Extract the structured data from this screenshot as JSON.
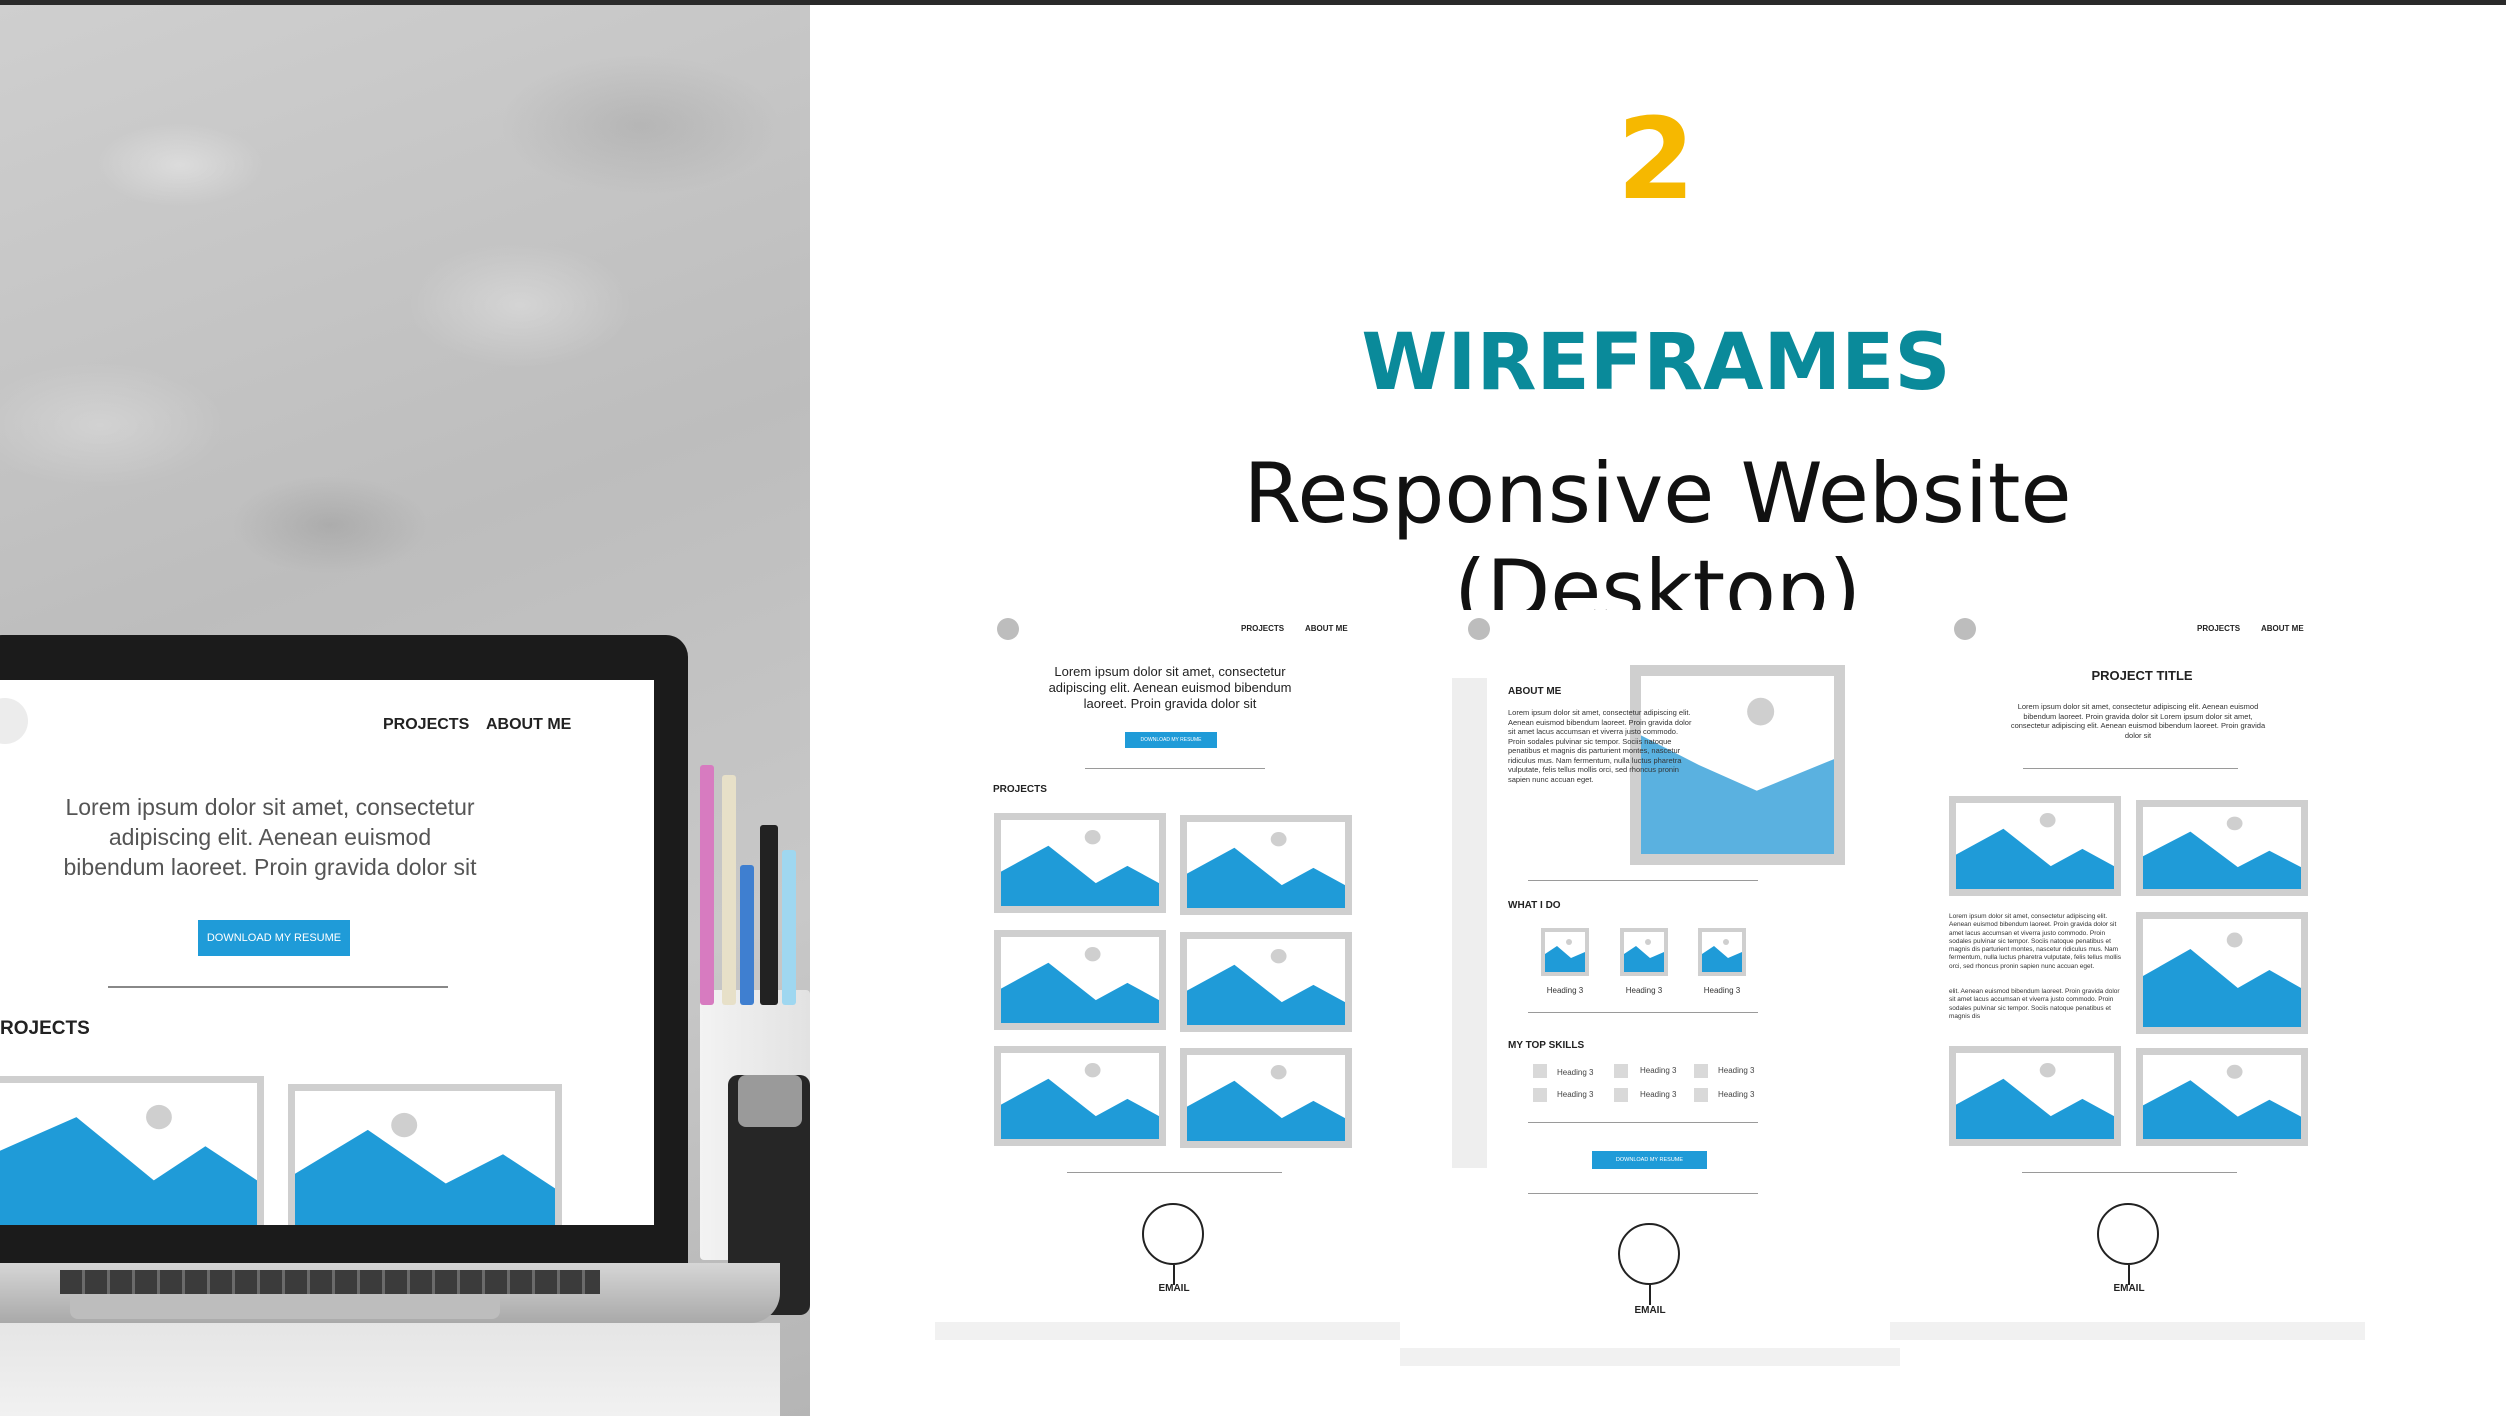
{
  "slide": {
    "number": "2",
    "title": "WIREFRAMES",
    "subtitle": "Responsive Website (Desktop)",
    "colors": {
      "number": "#f6b800",
      "title": "#0a8a9a",
      "accent": "#1f9bd8"
    }
  },
  "laptop_screen": {
    "nav": [
      "PROJECTS",
      "ABOUT ME"
    ],
    "hero_text": "Lorem ipsum dolor sit amet, consectetur adipiscing elit. Aenean euismod bibendum laoreet. Proin gravida dolor sit",
    "button": "DOWNLOAD MY RESUME",
    "section": "ROJECTS"
  },
  "wireframe_home": {
    "nav": [
      "PROJECTS",
      "ABOUT ME"
    ],
    "hero_text": "Lorem ipsum dolor sit amet, consectetur adipiscing elit. Aenean euismod bibendum laoreet. Proin gravida dolor sit",
    "button": "DOWNLOAD MY RESUME",
    "section": "PROJECTS",
    "footer": "EMAIL"
  },
  "wireframe_about": {
    "section_about": "ABOUT ME",
    "about_text": "Lorem ipsum dolor sit amet, consectetur adipiscing elit. Aenean euismod bibendum laoreet. Proin gravida dolor sit amet lacus accumsan et viverra justo commodo. Proin sodales pulvinar sic tempor. Sociis natoque penatibus et magnis dis parturient montes, nascetur ridiculus mus. Nam fermentum, nulla luctus pharetra vulputate, felis tellus mollis orci, sed rhoncus pronin sapien nunc accuan eget.",
    "section_what": "WHAT I DO",
    "what_items": [
      "Heading 3",
      "Heading 3",
      "Heading 3"
    ],
    "section_skills": "MY TOP SKILLS",
    "skills": [
      "Heading 3",
      "Heading 3",
      "Heading 3",
      "Heading 3",
      "Heading 3",
      "Heading 3"
    ],
    "button": "DOWNLOAD MY RESUME",
    "footer": "EMAIL"
  },
  "wireframe_project": {
    "nav": [
      "PROJECTS",
      "ABOUT ME"
    ],
    "title": "PROJECT TITLE",
    "intro": "Lorem ipsum dolor sit amet, consectetur adipiscing elit. Aenean euismod bibendum laoreet. Proin gravida dolor sit Lorem ipsum dolor sit amet, consectetur adipiscing elit. Aenean euismod bibendum laoreet. Proin gravida dolor sit",
    "body_text_1": "Lorem ipsum dolor sit amet, consectetur adipiscing elit. Aenean euismod bibendum laoreet. Proin gravida dolor sit amet lacus accumsan et viverra justo commodo. Proin sodales pulvinar sic tempor. Sociis natoque penatibus et magnis dis parturient montes, nascetur ridiculus mus. Nam fermentum, nulla luctus pharetra vulputate, felis tellus mollis orci, sed rhoncus pronin sapien nunc accuan eget.",
    "body_text_2": "elit. Aenean euismod bibendum laoreet. Proin gravida dolor sit amet lacus accumsan et viverra justo commodo. Proin sodales pulvinar sic tempor. Sociis natoque penatibus et magnis dis",
    "footer": "EMAIL"
  }
}
